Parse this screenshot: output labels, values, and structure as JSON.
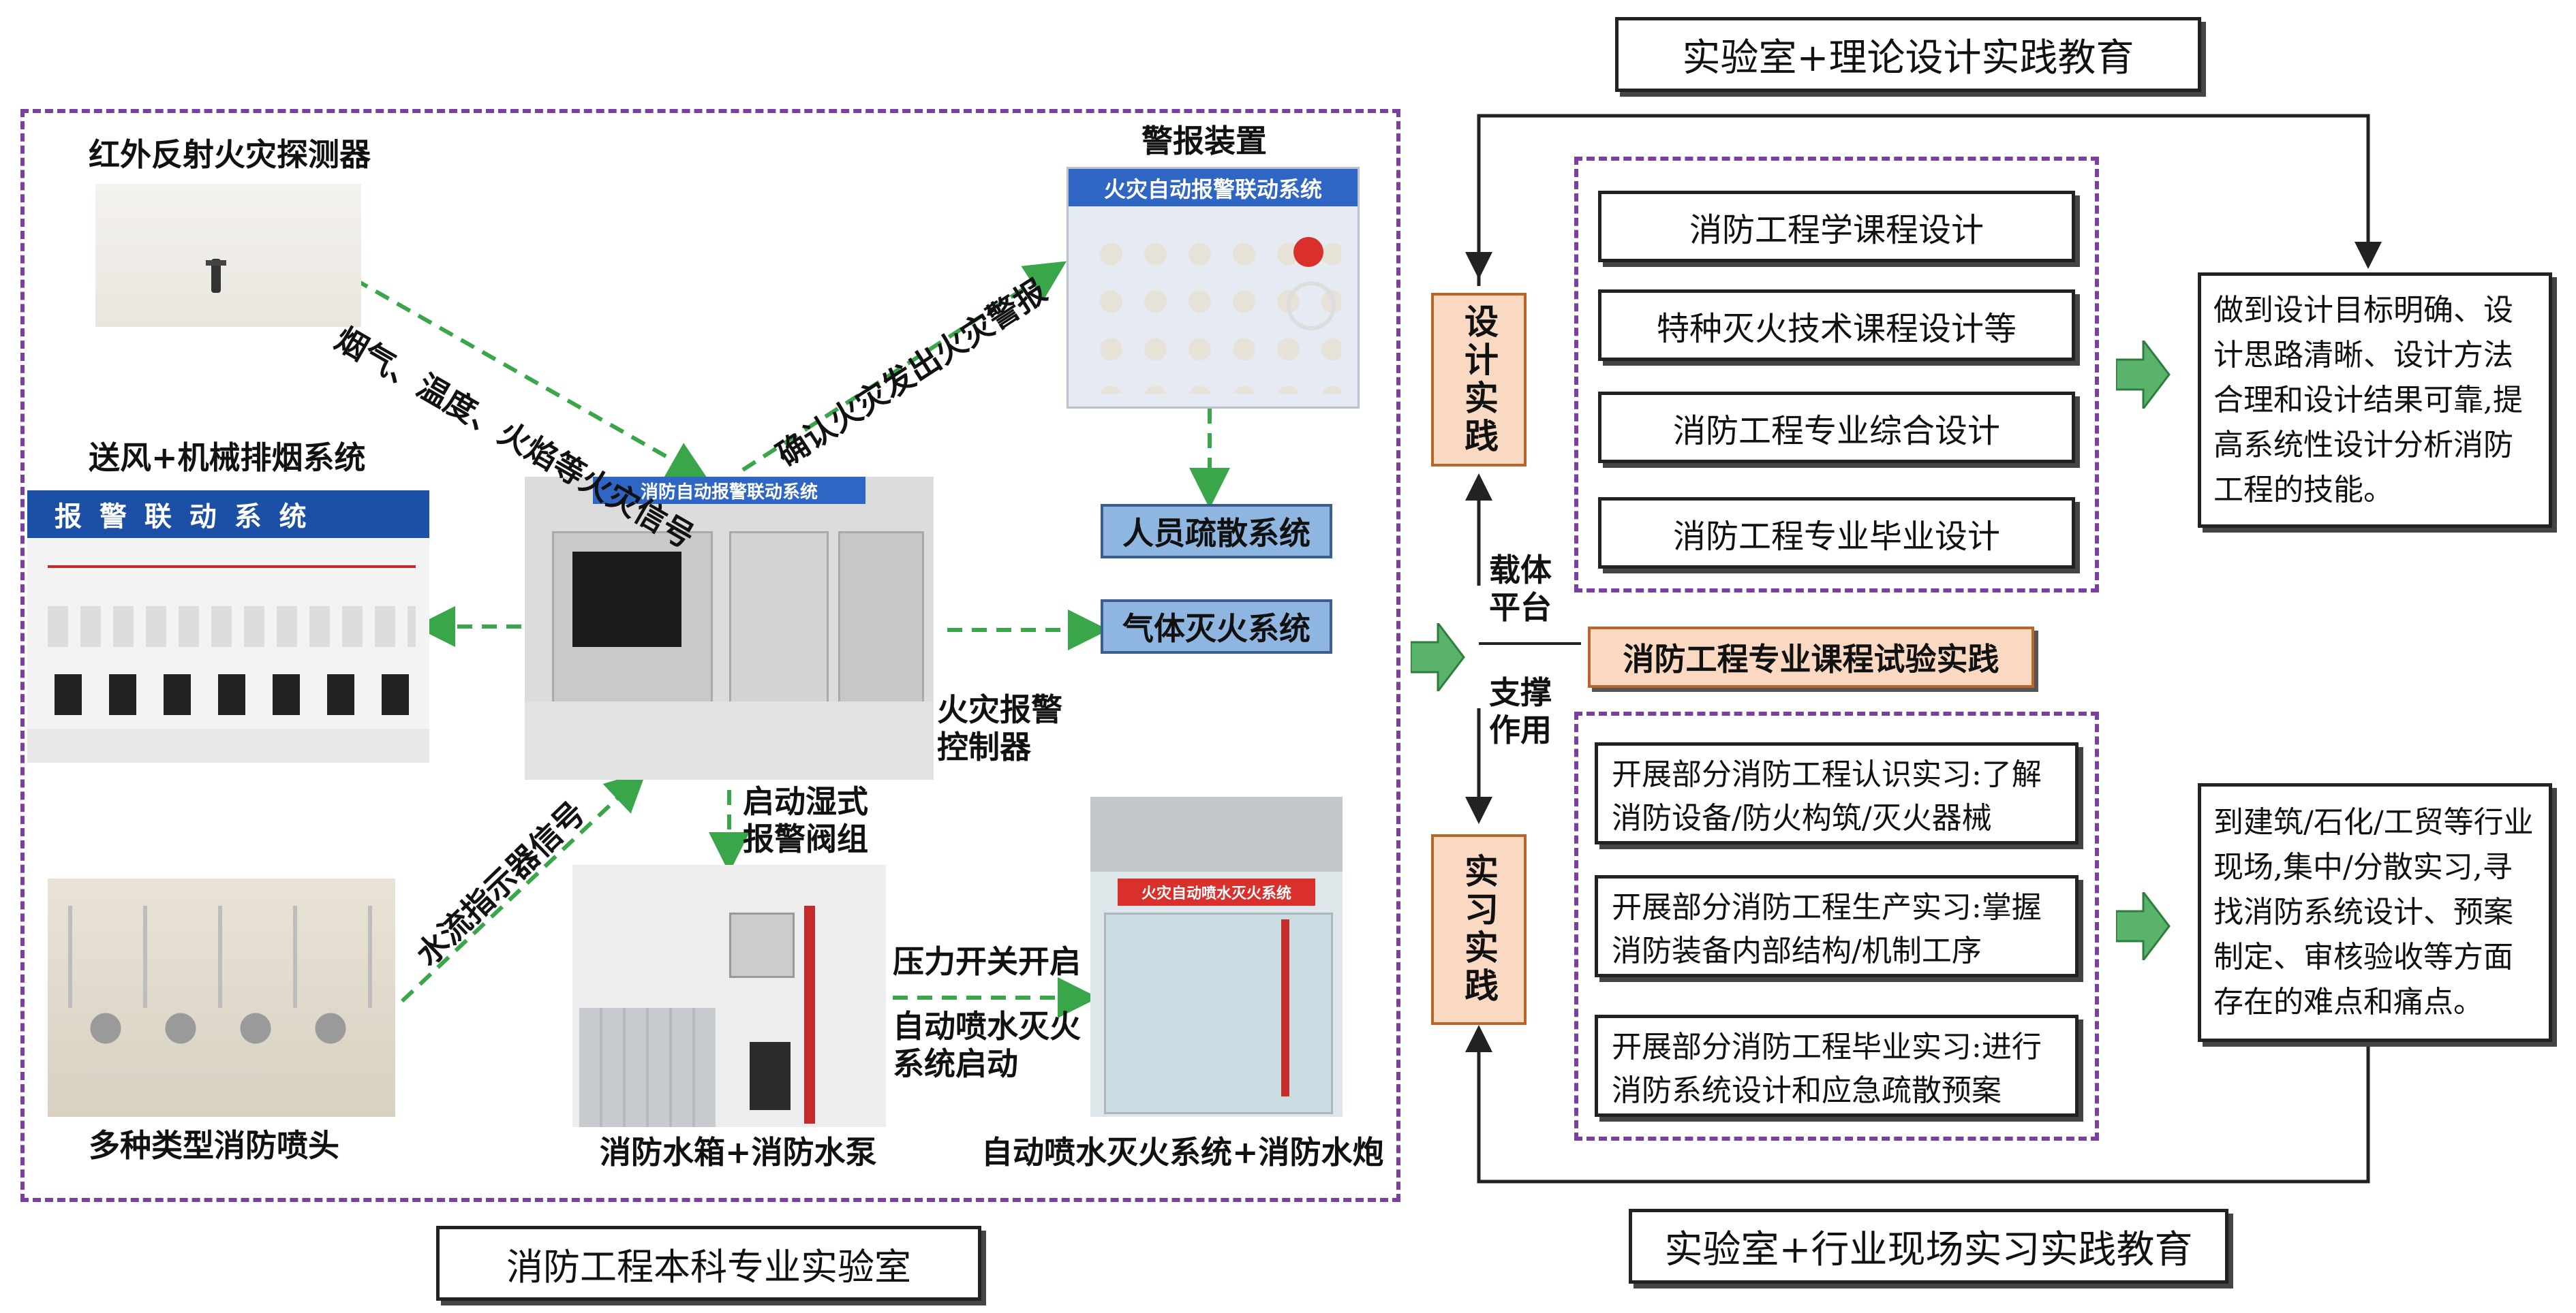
{
  "lab": {
    "title": "消防工程本科专业实验室",
    "photos": {
      "infrared_detector": "红外反射火灾探测器",
      "alarm_device": "警报装置",
      "alarm_panel_header": "火灾自动报警联动系统",
      "ventilation": "送风+机械排烟系统",
      "ventilation_panel_header": "报 警 联 动 系 统",
      "controller_photo_header": "消防自动报警联动系统",
      "controller": "火灾报警\n控制器",
      "sprinkler_heads": "多种类型消防喷头",
      "water_tank_pump": "消防水箱+消防水泵",
      "sprinkler_system": "自动喷水灭火系统+消防水炮",
      "sprinkler_photo_header": "火灾自动喷水灭火系统"
    },
    "arrows": {
      "smoke_signal": "烟气、温度、火焰等火灾信号",
      "confirm_alarm": "确认火灾发出火灾警报",
      "water_flow_signal": "水流指示器信号",
      "start_wet_valve": "启动湿式\n报警阀组",
      "pressure_switch": "压力开关开启",
      "sprinkler_start": "自动喷水灭火\n系统启动"
    },
    "outputs": {
      "evacuation": "人员疏散系统",
      "gas_extinguish": "气体灭火系统"
    }
  },
  "right": {
    "top_title": "实验室+理论设计实践教育",
    "bottom_title": "实验室+行业现场实习实践教育",
    "design_practice": "设计实践",
    "intern_practice": "实习实践",
    "carrier": "载体\n平台",
    "support": "支撑\n作用",
    "course_experiment": "消防工程专业课程试验实践",
    "design_items": [
      "消防工程学课程设计",
      "特种灭火技术课程设计等",
      "消防工程专业综合设计",
      "消防工程专业毕业设计"
    ],
    "intern_items": [
      "开展部分消防工程认识实习:了解消防设备/防火构筑/灭火器械",
      "开展部分消防工程生产实习:掌握消防装备内部结构/机制工序",
      "开展部分消防工程毕业实习:进行消防系统设计和应急疏散预案"
    ],
    "design_goal": "做到设计目标明确、设计思路清晰、设计方法合理和设计结果可靠,提高系统性设计分析消防工程的技能。",
    "intern_goal": "到建筑/石化/工贸等行业现场,集中/分散实习,寻找消防系统设计、预案制定、审核验收等方面存在的难点和痛点。"
  },
  "colors": {
    "green_arrow": "#59b36b",
    "green_dash": "#3aa64a",
    "purple_dash": "#7a3fa0",
    "blue_box": "#8eb6e0",
    "orange_box": "#f9d9c2"
  }
}
